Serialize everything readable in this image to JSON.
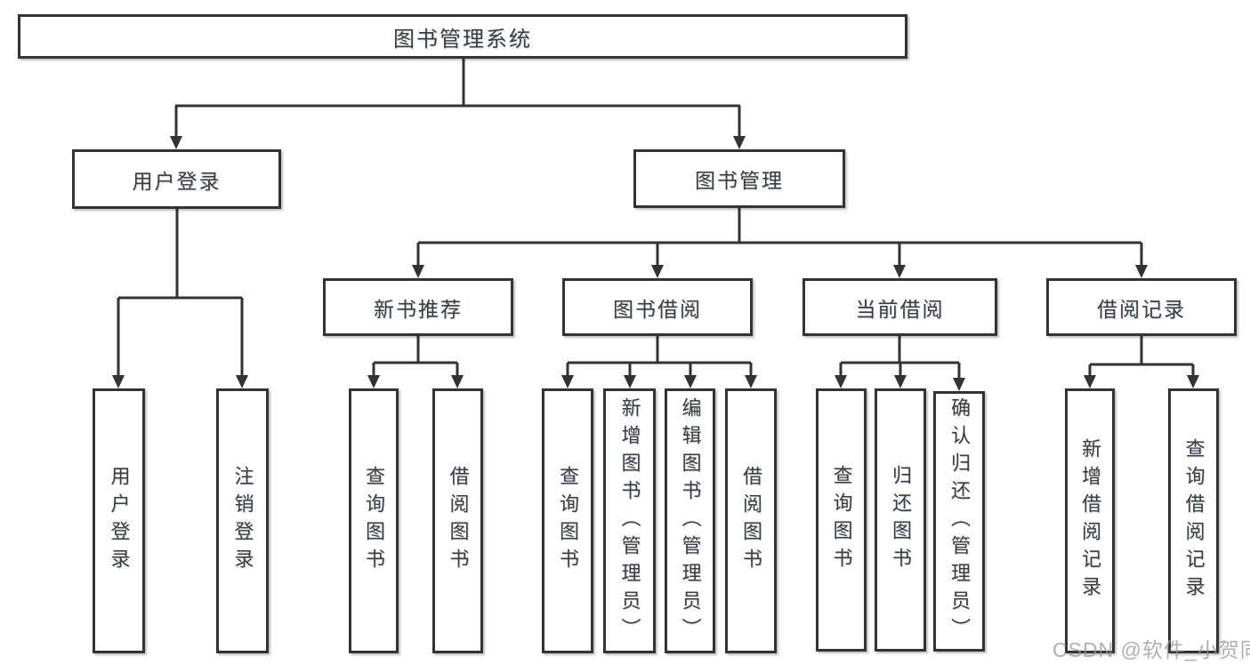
{
  "diagram": {
    "tree": {
      "root": {
        "label": "图书管理系统",
        "children": [
          {
            "label": "用户登录",
            "children": [
              {
                "label": "用户登录"
              },
              {
                "label": "注销登录"
              }
            ]
          },
          {
            "label": "图书管理",
            "children": [
              {
                "label": "新书推荐",
                "children": [
                  {
                    "label": "查询图书"
                  },
                  {
                    "label": "借阅图书"
                  }
                ]
              },
              {
                "label": "图书借阅",
                "children": [
                  {
                    "label": "查询图书"
                  },
                  {
                    "label": "新增图书（管理员）"
                  },
                  {
                    "label": "编辑图书（管理员）"
                  },
                  {
                    "label": "借阅图书"
                  }
                ]
              },
              {
                "label": "当前借阅",
                "children": [
                  {
                    "label": "查询图书"
                  },
                  {
                    "label": "归还图书"
                  },
                  {
                    "label": "确认归还（管理员）"
                  }
                ]
              },
              {
                "label": "借阅记录",
                "children": [
                  {
                    "label": "新增借阅记录"
                  },
                  {
                    "label": "查询借阅记录"
                  }
                ]
              }
            ]
          }
        ]
      }
    },
    "colors": {
      "line": "#333333",
      "box_border": "#333333",
      "text": "#3d3d3d",
      "watermark": "#b9b9b9",
      "background": "#ffffff"
    }
  },
  "watermark": {
    "text": "CSDN @软件_小贺同学"
  }
}
